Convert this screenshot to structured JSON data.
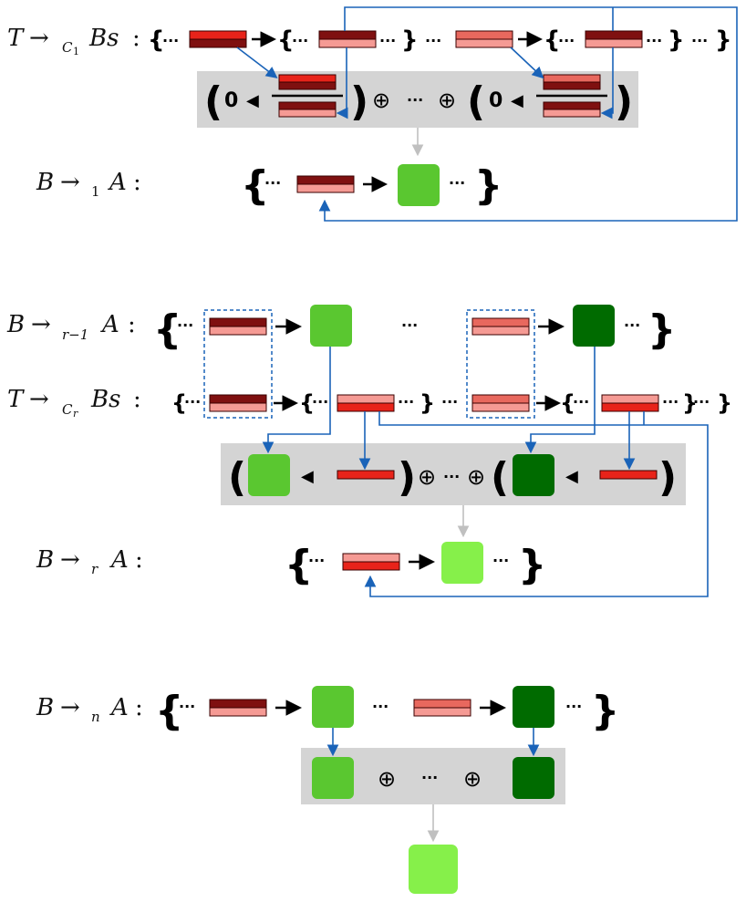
{
  "colors": {
    "red_bright": "#e8231a",
    "red_dark": "#7f1010",
    "red_pale": "#f59a94",
    "red_salmon": "#e8685e",
    "green_mid": "#5ac730",
    "green_dark": "#006b00",
    "green_light": "#86f04a",
    "panel_gray": "#d4d4d4",
    "arrow_blue": "#1a63b8",
    "arrow_gray": "#c0c0c0"
  },
  "section1": {
    "label_T": "T",
    "label_arrow": "→",
    "label_sub": "C",
    "label_sub_idx": "1",
    "label_Bs": "Bs",
    "colon": ":",
    "label_B1_B": "B",
    "label_B1_sub": "1",
    "label_B1_A": "A",
    "zero": "0"
  },
  "section2": {
    "label_Br1_sub": "r−1",
    "label_TCr_sub": "C",
    "label_TCr_sub_idx": "r",
    "label_Br_sub": "r"
  },
  "section3": {
    "label_Bn_sub": "n"
  },
  "symbols": {
    "ellipsis": "···",
    "oplus": "⊕",
    "lbrace": "{",
    "rbrace": "}",
    "lparen": "(",
    "rparen": ")",
    "arrow_right": "→",
    "tri_left": "◀"
  }
}
